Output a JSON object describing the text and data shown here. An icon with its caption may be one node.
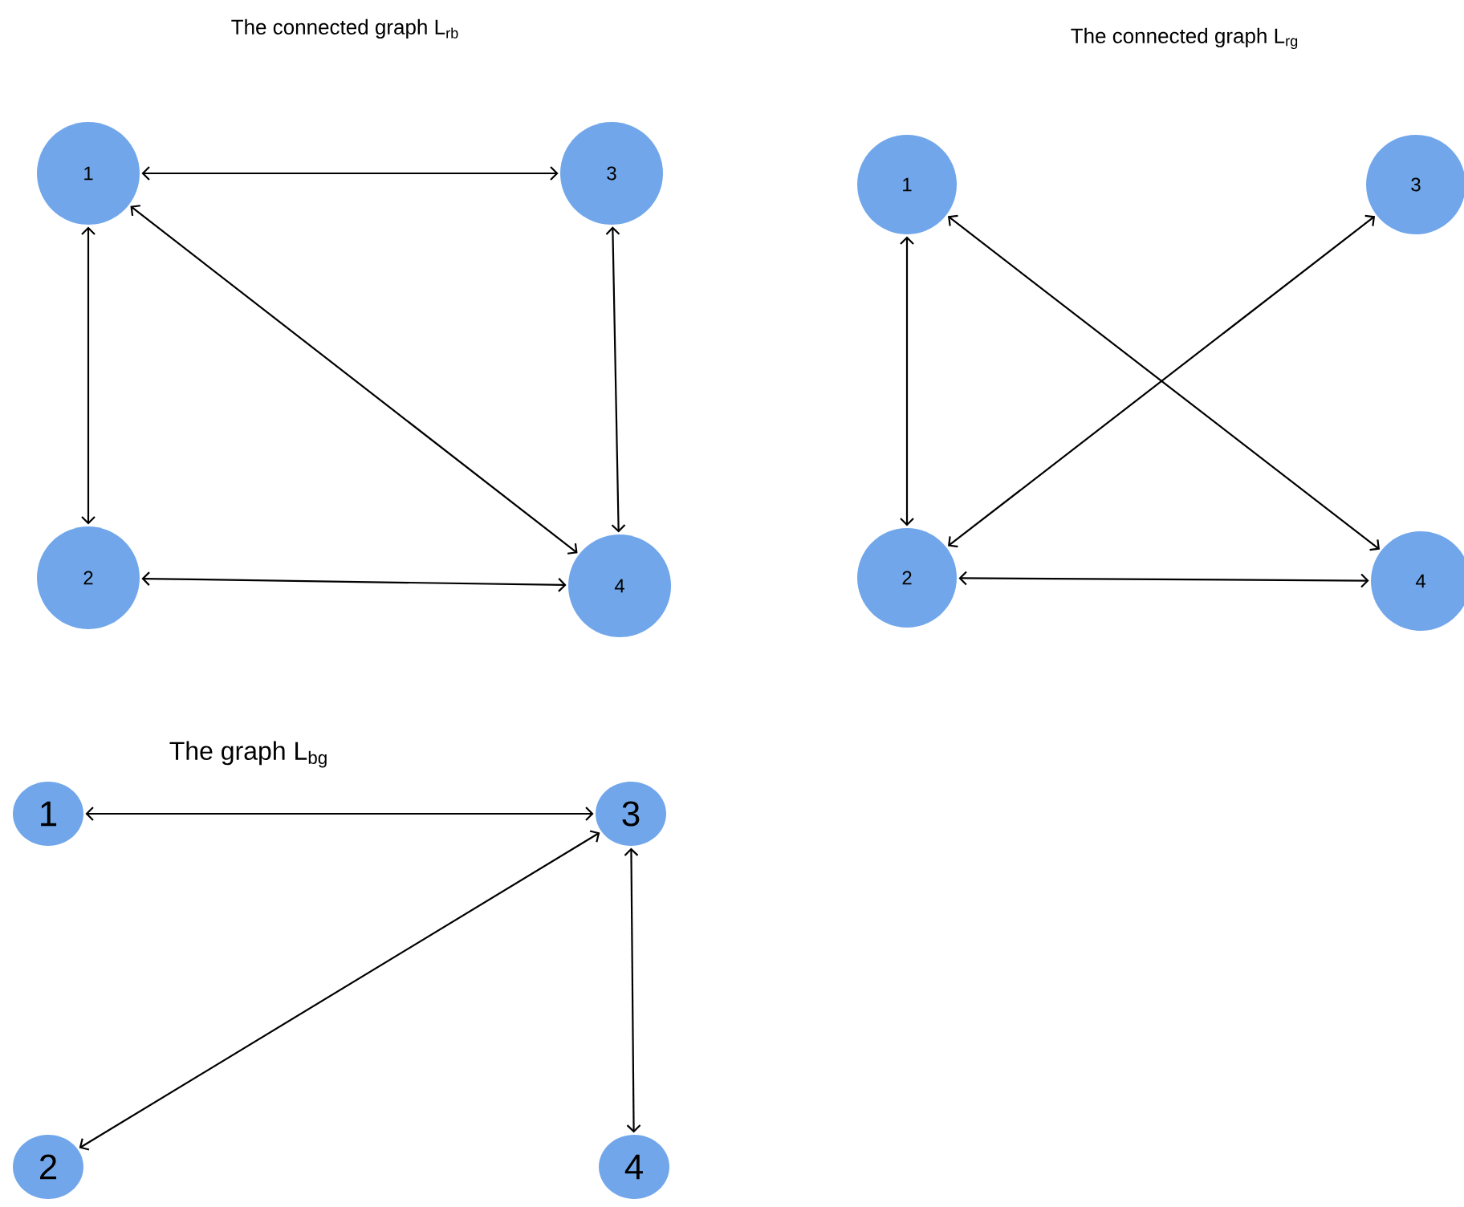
{
  "diagram": {
    "nodes": [
      {
        "text": [
          "1"
        ]
      },
      {
        "text": [
          "3"
        ]
      },
      {
        "text": [
          "2"
        ]
      },
      {
        "text": [
          "4"
        ]
      },
      {
        "text": [
          "1"
        ]
      },
      {
        "text": [
          "3"
        ]
      },
      {
        "text": [
          "2"
        ]
      },
      {
        "text": [
          "4"
        ]
      },
      {
        "text": [
          "1"
        ]
      },
      {
        "text": [
          "3"
        ]
      },
      {
        "text": [
          "2"
        ]
      },
      {
        "text": [
          "4"
        ]
      }
    ],
    "edges": [
      {
        "from": 0,
        "to": 1,
        "arrow": "both"
      },
      {
        "from": 0,
        "to": 2,
        "arrow": "both"
      },
      {
        "from": 0,
        "to": 3,
        "arrow": "both"
      },
      {
        "from": 1,
        "to": 3,
        "arrow": "both"
      },
      {
        "from": 2,
        "to": 3,
        "arrow": "both"
      },
      {
        "from": 4,
        "to": 6,
        "arrow": "both"
      },
      {
        "from": 4,
        "to": 7,
        "arrow": "both"
      },
      {
        "from": 6,
        "to": 5,
        "arrow": "both"
      },
      {
        "from": 6,
        "to": 7,
        "arrow": "both"
      },
      {
        "from": 8,
        "to": 9,
        "arrow": "both"
      },
      {
        "from": 10,
        "to": 9,
        "arrow": "both"
      },
      {
        "from": 9,
        "to": 11,
        "arrow": "both"
      }
    ],
    "labels": [
      "The connected graph L$_{rb}$",
      "The connected graph L$_{rg}$",
      "The graph L$_{bg}$"
    ]
  }
}
